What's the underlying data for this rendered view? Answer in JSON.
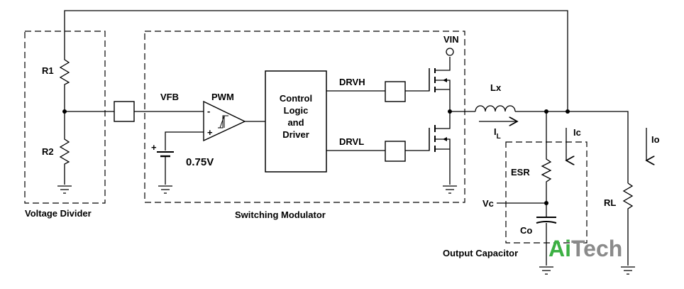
{
  "blocks": {
    "voltage_divider": "Voltage Divider",
    "switching_modulator": "Switching Modulator",
    "output_capacitor": "Output Capacitor"
  },
  "labels": {
    "r1": "R1",
    "r2": "R2",
    "vfb": "VFB",
    "pwm": "PWM",
    "minus": "-",
    "plus": "+",
    "battery_plus": "+",
    "reference": "0.75V",
    "control_line1": "Control",
    "control_line2": "Logic",
    "control_line3": "and",
    "control_line4": "Driver",
    "drvh": "DRVH",
    "drvl": "DRVL",
    "vin": "VIN",
    "lx": "Lx",
    "il": "I",
    "il_sub": "L",
    "ic": "Ic",
    "io": "Io",
    "esr": "ESR",
    "vc": "Vc",
    "co": "Co",
    "rl": "RL"
  },
  "watermark": {
    "text_green": "Ai",
    "text_gray": "Tech",
    "color_green": "#3cb043",
    "color_gray": "#8a8a8a"
  }
}
